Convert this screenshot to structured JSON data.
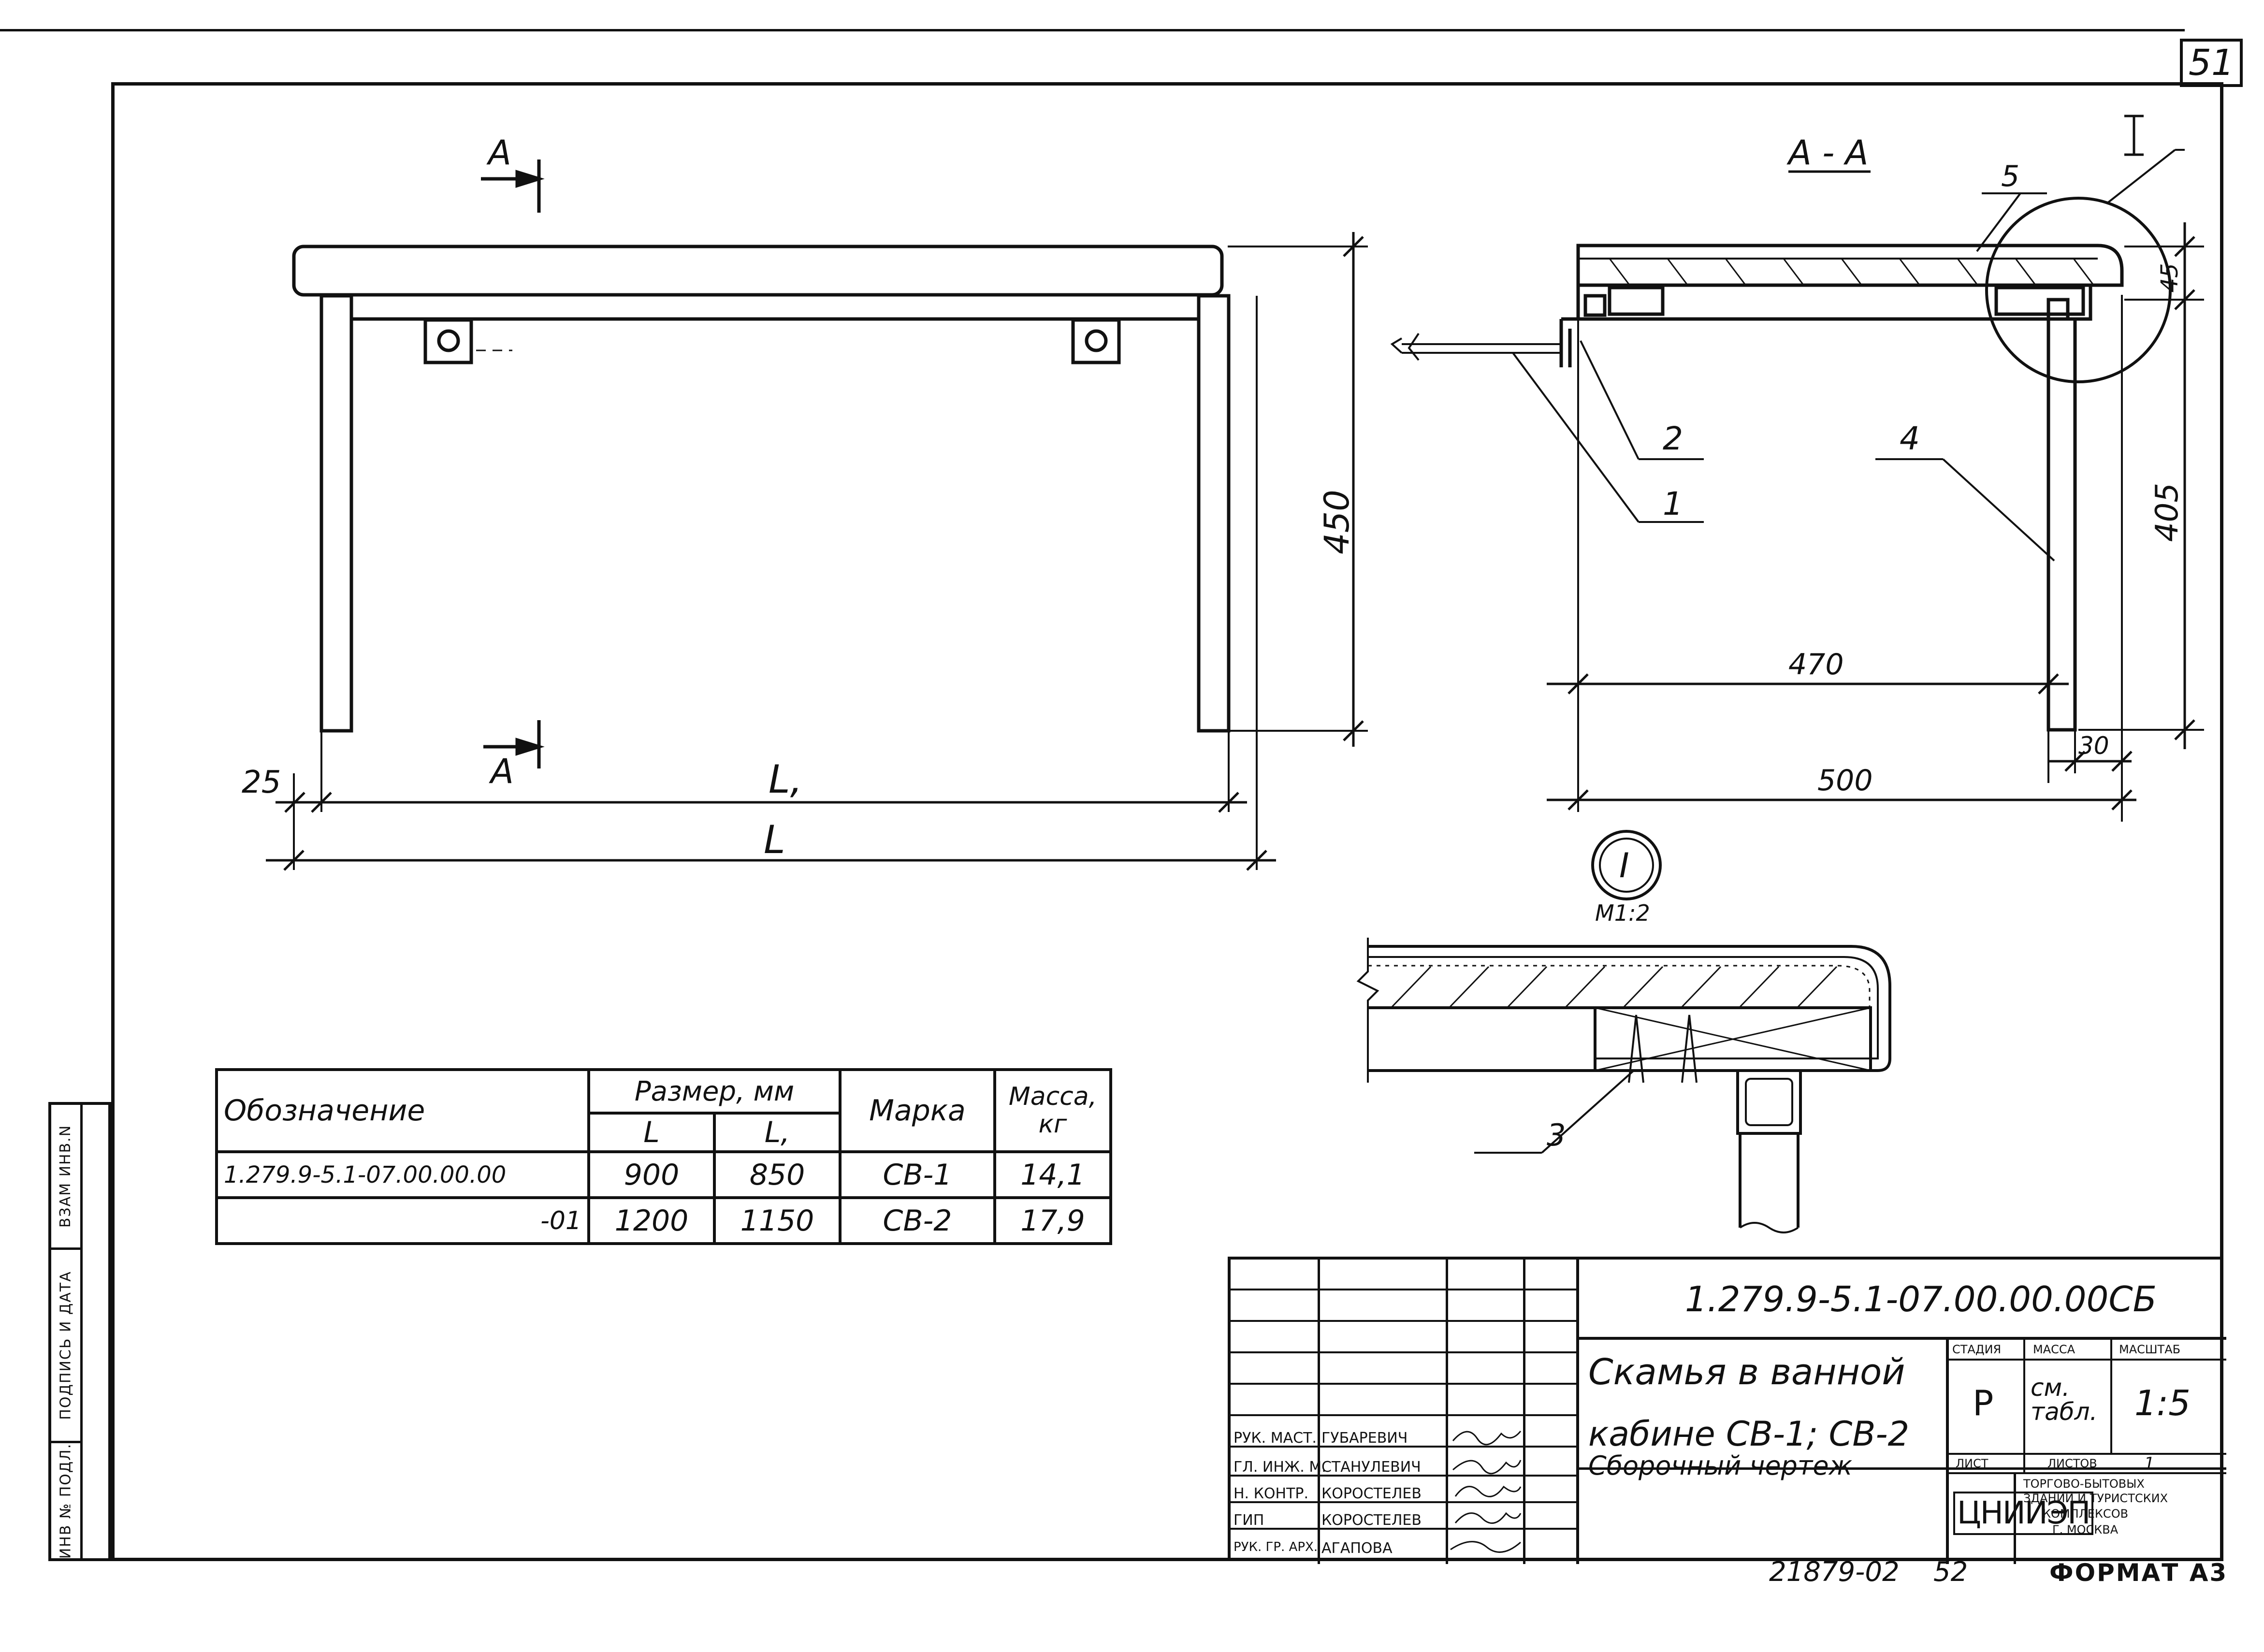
{
  "sheet": {
    "page_number": "51",
    "format_label": "ФОРМАТ А3",
    "archive_number": "21879-02",
    "archive_sub": "52"
  },
  "side_strip": {
    "inv_podl": "ИНВ № ПОДЛ.",
    "signature_date": "ПОДПИСЬ И ДАТА",
    "vzam_inv": "ВЗАМ ИНВ.N"
  },
  "front_view": {
    "section_mark": "А",
    "height_dim": "450",
    "dim_25": "25",
    "dim_L1": "L,",
    "dim_L": "L"
  },
  "section_view": {
    "title": "А - А",
    "detail_mark": "I",
    "callouts": [
      "1",
      "2",
      "4",
      "5"
    ],
    "dim_45": "45",
    "dim_405": "405",
    "dim_470": "470",
    "dim_500": "500",
    "dim_30": "30"
  },
  "detail": {
    "mark": "I",
    "scale": "М1:2",
    "callout": "3"
  },
  "spec_table": {
    "headers": {
      "designation": "Обозначение",
      "size": "Размер, мм",
      "L": "L",
      "L1": "L,",
      "mark": "Марка",
      "mass": "Масса, кг"
    },
    "rows": [
      {
        "designation": "1.279.9-5.1-07.00.00.00",
        "L": "900",
        "L1": "850",
        "mark": "СВ-1",
        "mass": "14,1"
      },
      {
        "designation": "-01",
        "L": "1200",
        "L1": "1150",
        "mark": "СВ-2",
        "mass": "17,9"
      }
    ]
  },
  "title_block": {
    "document_code": "1.279.9-5.1-07.00.00.00СБ",
    "title_line1": "Скамья в ванной",
    "title_line2": "кабине СВ-1; СВ-2",
    "title_line3": "Сборочный чертеж",
    "stage_label": "СТАДИЯ",
    "mass_label": "МАССА",
    "scale_label": "МАСШТАБ",
    "stage_value": "Р",
    "mass_value": "см. табл.",
    "scale_value": "1:5",
    "sheet_label": "ЛИСТ",
    "sheets_label": "ЛИСТОВ",
    "sheets_value": "1",
    "org_logo": "ЦНИИЭП",
    "org_line1": "ТОРГОВО-БЫТОВЫХ",
    "org_line2": "ЗДАНИЙ И ТУРИСТСКИХ",
    "org_line3": "КОМПЛЕКСОВ",
    "org_line4": "Г. МОСКВА",
    "staff": [
      {
        "role": "РУК. МАСТ.",
        "name": "ГУБАРЕВИЧ"
      },
      {
        "role": "ГЛ. ИНЖ. М.",
        "name": "СТАНУЛЕВИЧ"
      },
      {
        "role": "Н. КОНТР.",
        "name": "КОРОСТЕЛЕВ"
      },
      {
        "role": "ГИП",
        "name": "КОРОСТЕЛЕВ"
      },
      {
        "role": "РУК. ГР. АРХ.",
        "name": "АГАПОВА"
      }
    ]
  }
}
